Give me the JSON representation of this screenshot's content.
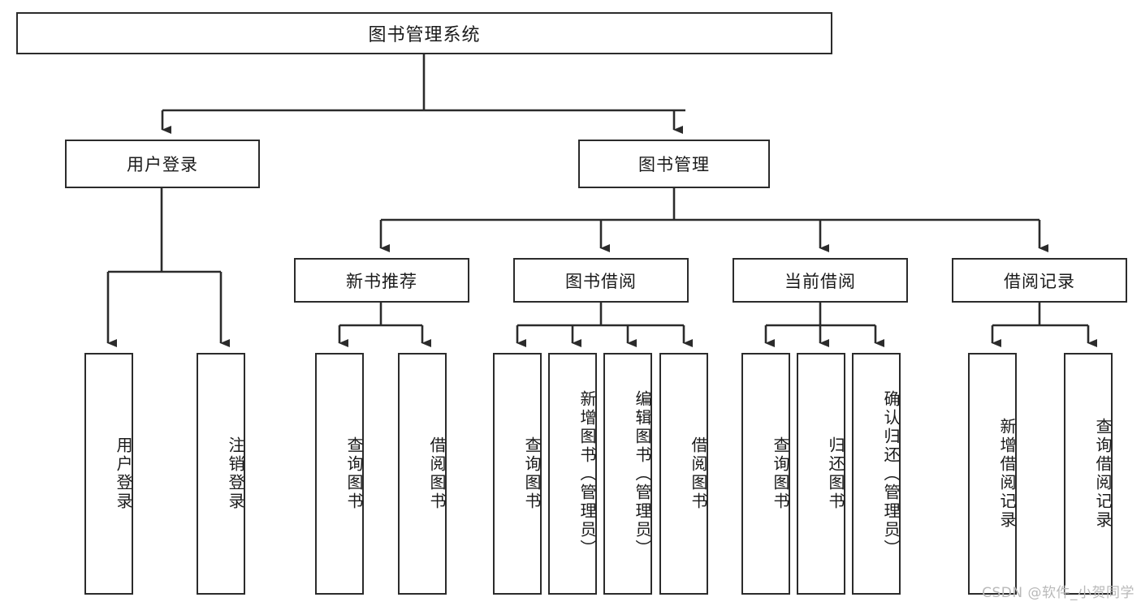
{
  "diagram": {
    "title": "图书管理系统",
    "type": "tree-structure-chart",
    "root": {
      "label": "图书管理系统"
    },
    "level2": [
      {
        "label": "用户登录"
      },
      {
        "label": "图书管理"
      }
    ],
    "level3": [
      {
        "label": "新书推荐"
      },
      {
        "label": "图书借阅"
      },
      {
        "label": "当前借阅"
      },
      {
        "label": "借阅记录"
      }
    ],
    "leaves": {
      "user_login": [
        {
          "label": "用户登录"
        },
        {
          "label": "注销登录"
        }
      ],
      "new_book_recommend": [
        {
          "label": "查询图书"
        },
        {
          "label": "借阅图书"
        }
      ],
      "book_borrow": [
        {
          "label": "查询图书"
        },
        {
          "label": "新增图书（管理员）"
        },
        {
          "label": "编辑图书（管理员）"
        },
        {
          "label": "借阅图书"
        }
      ],
      "current_borrow": [
        {
          "label": "查询图书"
        },
        {
          "label": "归还图书"
        },
        {
          "label": "确认归还（管理员）"
        }
      ],
      "borrow_record": [
        {
          "label": "新增借阅记录"
        },
        {
          "label": "查询借阅记录"
        }
      ]
    }
  },
  "watermark": {
    "text": "CSDN @软件_小贺同学"
  },
  "colors": {
    "box_border": "#2b2b2b",
    "box_fill": "#ffffff",
    "wire": "#2b2b2b",
    "text": "#1a1a1a",
    "watermark": "#b9b9b9",
    "page_background": "#ffffff"
  }
}
